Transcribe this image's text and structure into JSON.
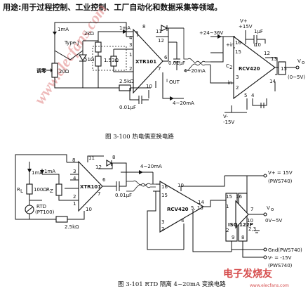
{
  "header": {
    "usage_text": "用途:用于过程控制、工业控制、工厂自动化和数据采集等领域。"
  },
  "watermark": {
    "site": "www.elecfans.com",
    "logo_text": "电子发烧友",
    "logo_url": "www.elecfans.com"
  },
  "fig1": {
    "caption": "图 3-100   热电偶变换电路",
    "chip1": "XTR101",
    "chip2": "RCV420",
    "labels": {
      "i1ma_top": "1mA",
      "type_j": "Type J",
      "tiaoling": "调零",
      "r20": "20Ω",
      "r2k": "2kΩ",
      "i1ma_mid": "1mA",
      "r51": "51Ω",
      "r1_53": "1.53Ω",
      "r25k": "2.5kΩ",
      "c001": "0.01μF",
      "c001b": "0.01μF",
      "iout": "I",
      "iout_sub": "OUT",
      "i420": "4~20mA",
      "i420b": "4~20mA",
      "vps": "+24~36V",
      "vplus": "V+",
      "p15": "+15V",
      "c1uf": "1μF",
      "pin_in": "+in",
      "pin_min": "-in",
      "c2": "C",
      "c2sub": "2",
      "vo": "V",
      "vo_sub": "o",
      "vo_range": "(0~5V)",
      "vminus": "V-",
      "m15": "-15V",
      "pin8": "8",
      "pin4": "4",
      "pin3": "3",
      "pin1": "1",
      "pin2": "2",
      "pin7": "7",
      "pin6": "6",
      "pin10": "10",
      "pin11": "11",
      "pin12": "12",
      "pin13": "13",
      "pin14": "14",
      "pin16": "16",
      "pin15": "15",
      "pin5": "5",
      "pin3b": "3",
      "pin2b": "2",
      "pin14b": "14"
    }
  },
  "fig2": {
    "caption": "图 3-101   RTD 隔离 4~20mA 变换电路",
    "chip1": "XTR101",
    "chip2": "RCV420",
    "chip3": "ISO 122P",
    "labels": {
      "i1ma_a": "1mA",
      "i1ma_b": "1mA",
      "rl": "R",
      "rl_sub": "L",
      "r100": "100Ω",
      "rtd": "RTD",
      "pt100": "(PT100)",
      "rz": "R",
      "rz_sub": "Z",
      "r25k": "2.5kΩ",
      "c001": "0.01μF",
      "i420": "4~20mA",
      "vp": "V+ = 15V",
      "pws_a": "(PWS740)",
      "vo": "V",
      "vo_sub": "o",
      "vo_range": "0V~5V",
      "gnd": "Gnd(PWS740)",
      "vm": "V- = -15V",
      "pws_b": "(PWS740)",
      "pin11": "11",
      "pin12": "12",
      "pin8": "8",
      "pin3": "3",
      "pin4": "4",
      "pin2": "2",
      "pin10": "10",
      "pin1": "1",
      "pin6": "6",
      "pin7": "7",
      "pin13": "13",
      "pin14": "14",
      "pin9": "9",
      "pin15": "15",
      "pin16": "16",
      "pin4b": "4",
      "pin5_13": "5, 13",
      "pin3b": "3",
      "pin10b": "10",
      "pin2b": "2",
      "pin15c": "15",
      "pin1c": "1",
      "pin9c": "9",
      "pin2c": "2",
      "pin8c": "8",
      "pin16c": "16",
      "pin10c": "10",
      "pin7c": "7",
      "pin23": "2,3"
    }
  }
}
